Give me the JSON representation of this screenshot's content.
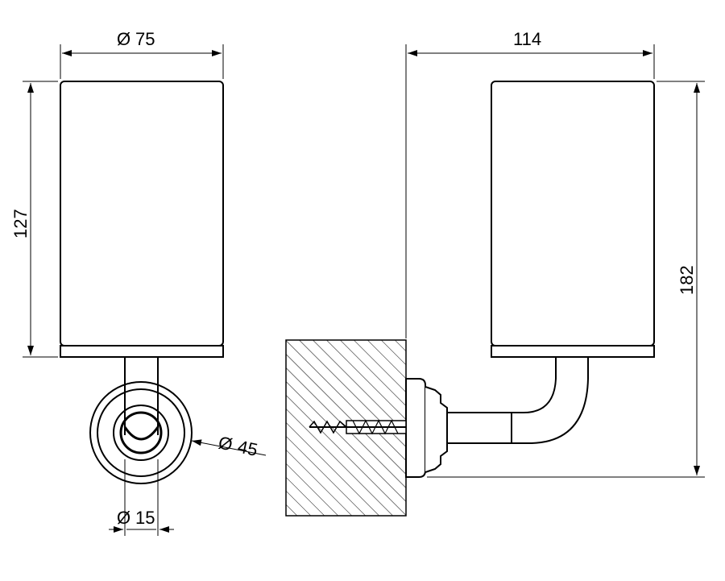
{
  "dimensions": {
    "width_diameter": "75",
    "height_left": "127",
    "outer_rosette_diameter": "45",
    "stem_diameter": "15",
    "projection_depth": "114",
    "overall_height": "182"
  },
  "symbols": {
    "diameter": "Ø"
  }
}
